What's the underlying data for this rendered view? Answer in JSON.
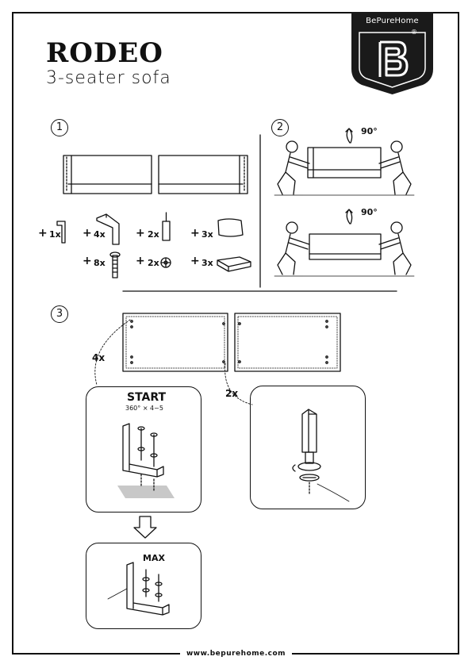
{
  "header": {
    "title": "RODEO",
    "subtitle": "3-seater sofa",
    "brand": "BePureHome",
    "registered": "®"
  },
  "steps": {
    "step1": {
      "number": "1"
    },
    "step2": {
      "number": "2",
      "rotation_top": "90°",
      "rotation_bottom": "90°"
    },
    "step3": {
      "number": "3"
    }
  },
  "parts": [
    {
      "qty": "1x",
      "icon": "allen-key-icon"
    },
    {
      "qty": "4x",
      "icon": "leg-bracket-icon"
    },
    {
      "qty": "2x",
      "icon": "center-leg-icon"
    },
    {
      "qty": "3x",
      "icon": "back-cushion-icon"
    },
    {
      "qty": "8x",
      "icon": "bolt-icon"
    },
    {
      "qty": "2x",
      "icon": "washer-icon"
    },
    {
      "qty": "3x",
      "icon": "seat-cushion-icon"
    }
  ],
  "assembly": {
    "corner_leg_count": "4x",
    "center_leg_count": "2x",
    "start_label": "START",
    "rotation_text": "360° × 4~5",
    "max_label": "MAX"
  },
  "colors": {
    "ink": "#111111",
    "shadow": "#c8c8c8",
    "logo_bg": "#1a1a1a"
  },
  "footer": {
    "url": "www.bepurehome.com"
  }
}
